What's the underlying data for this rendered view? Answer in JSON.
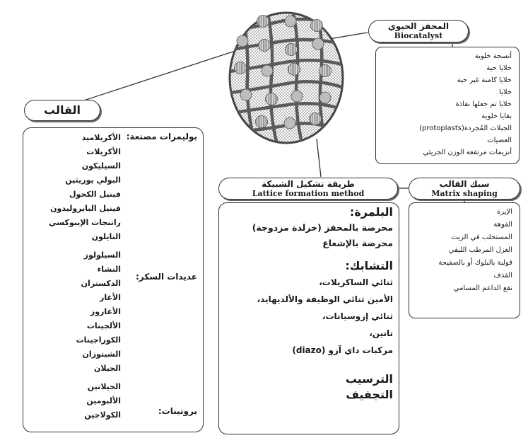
{
  "biocatalyst": {
    "title_ar": "المحفز الحيوي",
    "title_en": "Biocatalyst",
    "items": [
      "أنسجة خلوية",
      "خلايا حية",
      "خلايا كامنة غير حية",
      "خلايا",
      "خلايا تم جعلها نفاذة",
      "بقايا خلوية",
      "الجبلات المُجردة(protoplasts)",
      "العضيات",
      "أنزيمات مرتفعة الوزن الجزيئي"
    ]
  },
  "template": {
    "title": "القالب",
    "groups": [
      {
        "label": "بوليمرات مصنعة:",
        "items": [
          "الأكريلاميد",
          "الأكريلات",
          "السيليكون",
          "البولي يوريثين",
          "فينيل الكحول",
          "فينيل البايروليدون",
          "راتنجات الإيبوكسي",
          "النايلون"
        ]
      },
      {
        "label": "عديدات السكر:",
        "items": [
          "السيلولوز",
          "النشاء",
          "الدكستران",
          "الأغار",
          "الأغاروز",
          "الألجينات",
          "الكوراجينات",
          "الشيتوزان",
          "الجيلان"
        ]
      },
      {
        "label": "بروتينات:",
        "items": [
          "الجيلاتين",
          "الألبومين",
          "الكولاجين"
        ]
      }
    ]
  },
  "lattice": {
    "title_ar": "طريقة تشكيل الشبيكة",
    "title_en": "Lattice formation method",
    "polymerization_title": "البلمرة:",
    "polymerization_items": [
      "محرضة بالمحفز (خزلدة مزدوجة)",
      "محرضة بالإشعاع"
    ],
    "crosslinking_title": "التشابك:",
    "crosslinking_items": [
      "ثنائي الساكريلات،",
      "الأمين ثنائي الوظيفة والألديهايد،",
      "ثنائي إزوسيانات،",
      "تانين،",
      "مركبات داي آزو (diazo)"
    ],
    "precipitation": "الترسيب",
    "drying": "التجفيف"
  },
  "matrix": {
    "title_ar": "سبك القالب",
    "title_en": "Matrix shaping",
    "items": [
      "الإبرة",
      "الفوهة",
      "المستحلب في الزيت",
      "الغزل المرطب الليفي",
      "قولبة بالبلوك أو بالصفيحة",
      "القذف",
      "نقع الداعم المسامي"
    ]
  }
}
